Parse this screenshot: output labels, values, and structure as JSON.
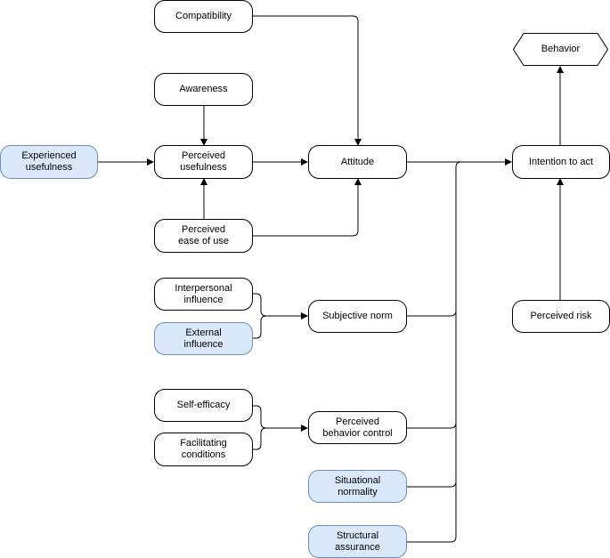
{
  "nodes": {
    "compatibility": "Compatibility",
    "awareness": "Awareness",
    "experienced_usefulness": "Experienced\nusefulness",
    "perceived_usefulness": "Perceived\nusefulness",
    "attitude": "Attitude",
    "perceived_ease_of_use": "Perceived\nease of use",
    "behavior": "Behavior",
    "intention_to_act": "Intention to act",
    "interpersonal_influence": "Interpersonal\ninfluence",
    "external_influence": "External\ninfluence",
    "subjective_norm": "Subjective norm",
    "perceived_risk": "Perceived risk",
    "self_efficacy": "Self-efficacy",
    "facilitating_conditions": "Facilitating\nconditions",
    "perceived_behavior_control": "Perceived\nbehavior control",
    "situational_normality": "Situational\nnormality",
    "structural_assurance": "Structural\nassurance"
  },
  "colors": {
    "highlight_fill": "#dae8fc",
    "highlight_stroke": "#6c8ebf",
    "line": "#000000"
  },
  "edges": [
    [
      "compatibility",
      "attitude"
    ],
    [
      "awareness",
      "perceived_usefulness"
    ],
    [
      "experienced_usefulness",
      "perceived_usefulness"
    ],
    [
      "perceived_usefulness",
      "attitude"
    ],
    [
      "perceived_ease_of_use",
      "perceived_usefulness"
    ],
    [
      "perceived_ease_of_use",
      "attitude"
    ],
    [
      "attitude",
      "intention_to_act"
    ],
    [
      "subjective_norm",
      "intention_to_act"
    ],
    [
      "perceived_behavior_control",
      "intention_to_act"
    ],
    [
      "situational_normality",
      "intention_to_act"
    ],
    [
      "structural_assurance",
      "intention_to_act"
    ],
    [
      "intention_to_act",
      "behavior"
    ],
    [
      "perceived_risk",
      "intention_to_act"
    ],
    [
      "interpersonal_influence",
      "subjective_norm"
    ],
    [
      "external_influence",
      "subjective_norm"
    ],
    [
      "self_efficacy",
      "perceived_behavior_control"
    ],
    [
      "facilitating_conditions",
      "perceived_behavior_control"
    ]
  ]
}
